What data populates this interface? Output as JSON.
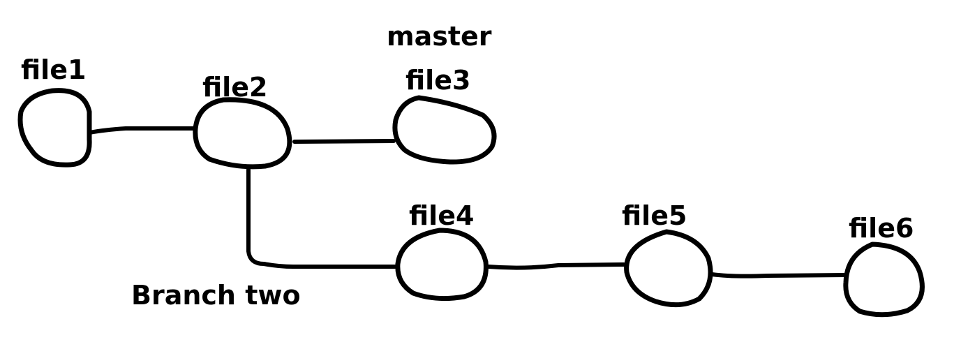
{
  "nodes": {
    "file1": "file1",
    "file2": "file2",
    "file3": "file3",
    "file4": "file4",
    "file5": "file5",
    "file6": "file6"
  },
  "branches": {
    "master": "master",
    "branch_two": "Branch two"
  }
}
